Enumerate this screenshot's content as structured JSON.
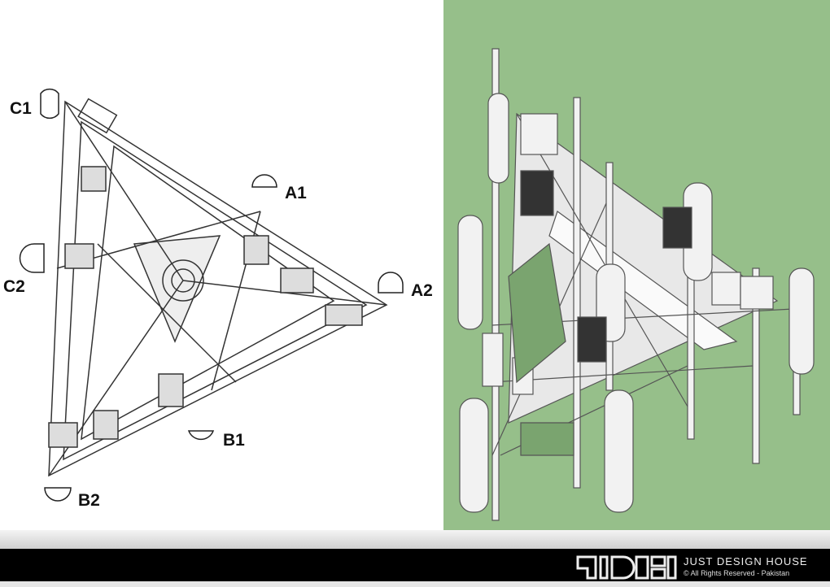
{
  "left_diagram": {
    "labels": {
      "c1": "C1",
      "a1": "A1",
      "c2": "C2",
      "a2": "A2",
      "b1": "B1",
      "b2": "B2"
    }
  },
  "footer": {
    "logo_text": "JDH",
    "brand": "JUST DESIGN HOUSE",
    "rights": "© All Rights Reserved - Pakistan"
  },
  "colors": {
    "right_bg": "#96bf8a",
    "footer_bg": "#000000"
  }
}
